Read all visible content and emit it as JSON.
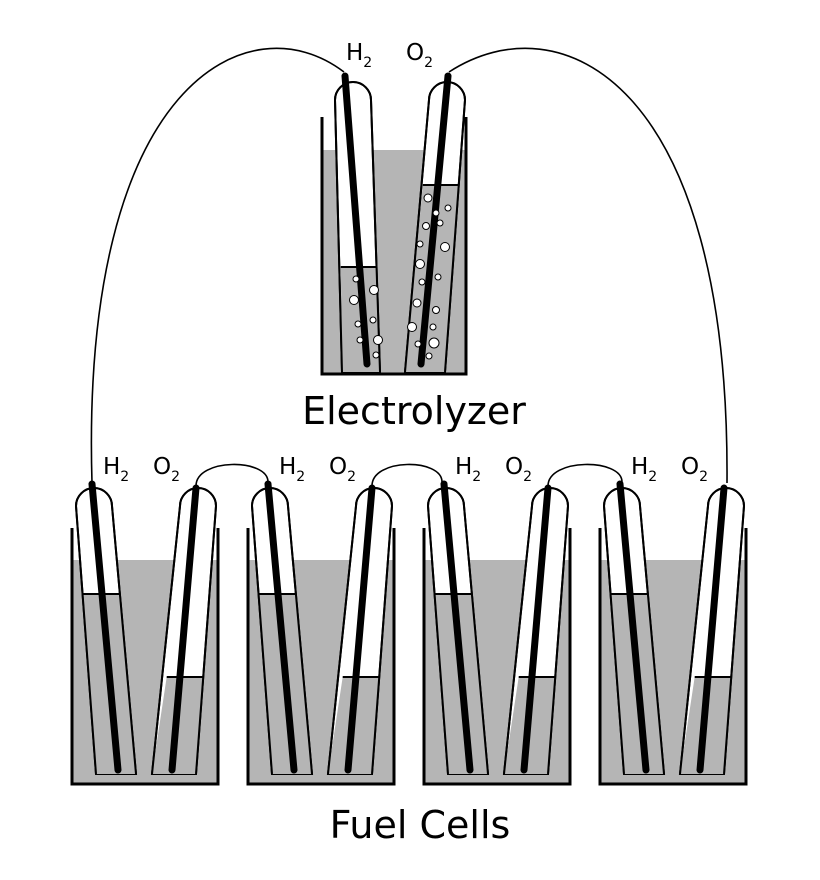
{
  "labels": {
    "electrolyzer": "Electrolyzer",
    "fuel_cells": "Fuel Cells"
  },
  "gases": {
    "hydrogen": {
      "element": "H",
      "subscript": "2"
    },
    "oxygen": {
      "element": "O",
      "subscript": "2"
    }
  },
  "fuel_cell_count": 4,
  "colors": {
    "background": "#ffffff",
    "liquid": "#b5b5b5",
    "outline": "#000000"
  }
}
